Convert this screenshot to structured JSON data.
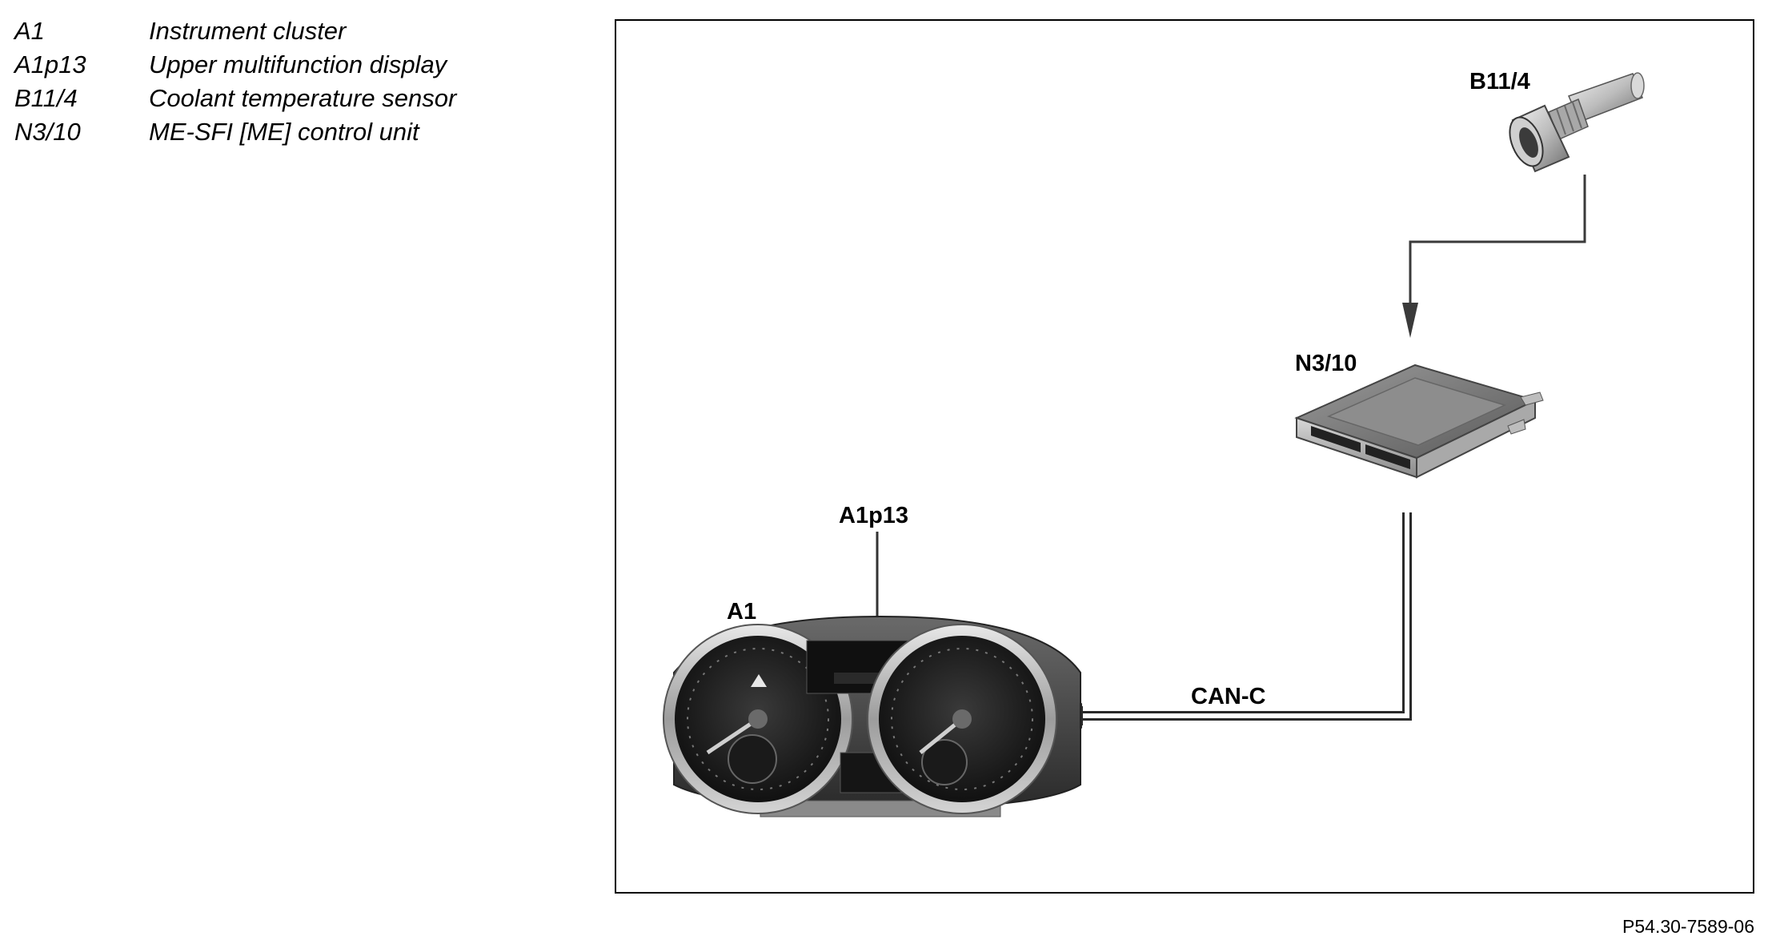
{
  "legend": [
    {
      "code": "A1",
      "description": "Instrument cluster"
    },
    {
      "code": "A1p13",
      "description": "Upper multifunction display"
    },
    {
      "code": "B11/4",
      "description": "Coolant temperature sensor"
    },
    {
      "code": "N3/10",
      "description": "ME-SFI [ME] control unit"
    }
  ],
  "diagram": {
    "labels": {
      "sensor": "B11/4",
      "control_unit": "N3/10",
      "display": "A1p13",
      "cluster": "A1",
      "bus": "CAN-C"
    }
  },
  "figure_number": "P54.30-7589-06"
}
